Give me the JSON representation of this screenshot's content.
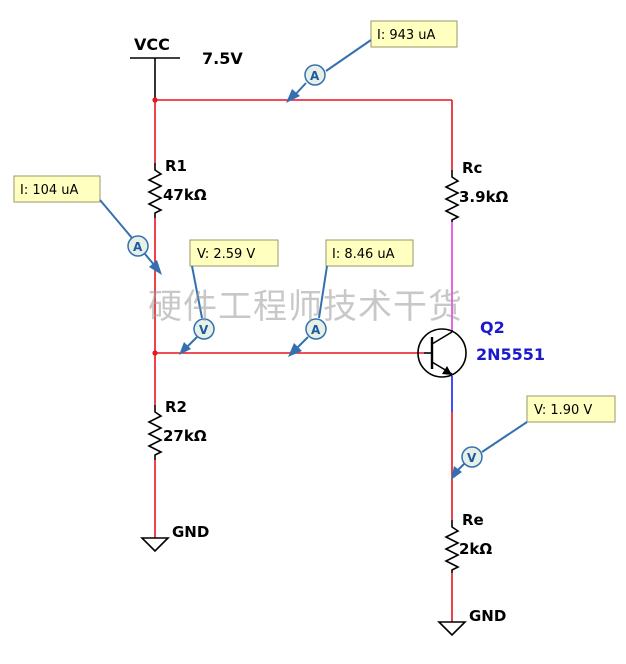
{
  "supply": {
    "net_label": "VCC",
    "voltage": "7.5V"
  },
  "resistors": {
    "r1": {
      "ref": "R1",
      "value": "47kΩ"
    },
    "r2": {
      "ref": "R2",
      "value": "27kΩ"
    },
    "rc": {
      "ref": "Rc",
      "value": "3.9kΩ"
    },
    "re": {
      "ref": "Re",
      "value": "2kΩ"
    }
  },
  "transistor": {
    "ref": "Q2",
    "part": "2N5551"
  },
  "grounds": {
    "left_label": "GND",
    "right_label": "GND"
  },
  "probes": {
    "collector_current": {
      "text": "I: 943 uA",
      "meter": "A"
    },
    "divider_current": {
      "text": "I: 104 uA",
      "meter": "A"
    },
    "base_voltage": {
      "text": "V: 2.59 V",
      "meter": "V"
    },
    "base_current": {
      "text": "I: 8.46 uA",
      "meter": "A"
    },
    "emitter_voltage": {
      "text": "V: 1.90 V",
      "meter": "V"
    }
  },
  "watermark": "硬件工程师技术干货",
  "colors": {
    "wire": "#e8141e",
    "collector_wire": "#e040e0",
    "emitter_wire": "#1a1aff",
    "component": "#000000",
    "transistor": "#1a1acc",
    "probe_fill": "#ffffc0",
    "probe_border": "#9a9a6a",
    "probe_leader": "#3470b0",
    "meter_fill": "#e6f0e6"
  }
}
